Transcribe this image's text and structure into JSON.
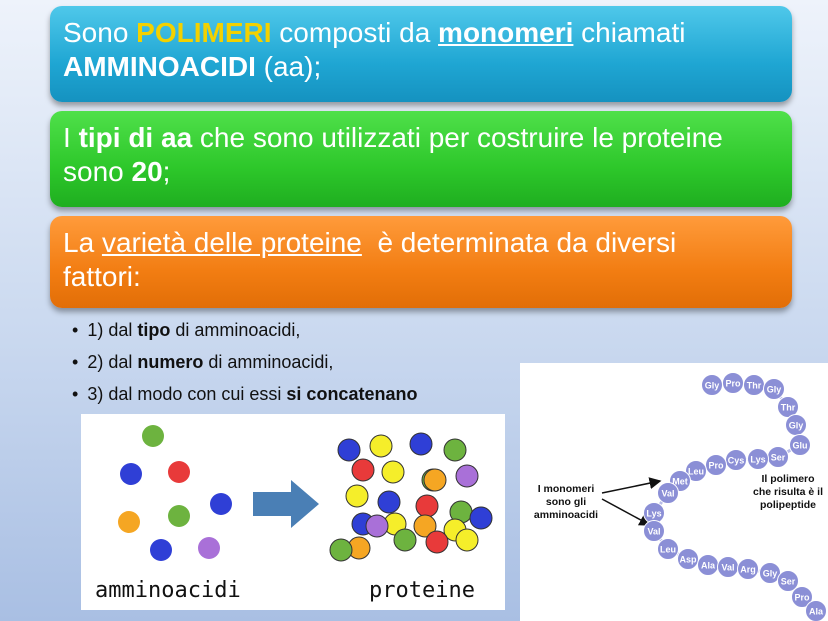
{
  "box1": {
    "t1": "Sono ",
    "t2": "POLIMERI",
    "t3": " composti da ",
    "t4": "monomeri",
    "t5": " chiamati",
    "t6": "AMMINOACIDI",
    "t7": " (aa);"
  },
  "box2": {
    "t1": "I ",
    "t2": "tipi di aa",
    "t3": " che sono utilizzati per costruire le proteine",
    "t4": "sono ",
    "t5": "20",
    "t6": ";"
  },
  "box3": {
    "t1": "La ",
    "t2": "varietà delle proteine",
    "t3": "  è determinata da diversi",
    "t4": "fattori:"
  },
  "bullets": [
    {
      "pre": "1) dal ",
      "bold": "tipo",
      "post": " di amminoacidi,"
    },
    {
      "pre": "2) dal ",
      "bold": "numero",
      "post": " di amminoacidi,"
    },
    {
      "pre": "3) dal modo con cui essi ",
      "bold": "si concatenano",
      "post": ""
    }
  ],
  "image1": {
    "caption_left": "amminoacidi",
    "caption_right": "proteine",
    "colors": {
      "green": "#6db33f",
      "red": "#e83a3a",
      "blue": "#2f3fd6",
      "yellow": "#f5ee2a",
      "orange": "#f5a623",
      "purple": "#a970d8"
    }
  },
  "image2": {
    "label_left": "I monomeri sono gli amminoacidi",
    "label_right": "Il polimero che risulta è il polipeptide",
    "residues": [
      "Gly",
      "Pro",
      "Thr",
      "Gly",
      "Thr",
      "Gly",
      "Glu",
      "Ser",
      "Lys",
      "Cys",
      "Pro",
      "Leu",
      "Met",
      "Val",
      "Lys",
      "Val",
      "Leu",
      "Asp",
      "Ala",
      "Val",
      "Arg",
      "Gly",
      "Ser",
      "Pro",
      "Ala"
    ],
    "bead_color": "#8b8fd6"
  }
}
